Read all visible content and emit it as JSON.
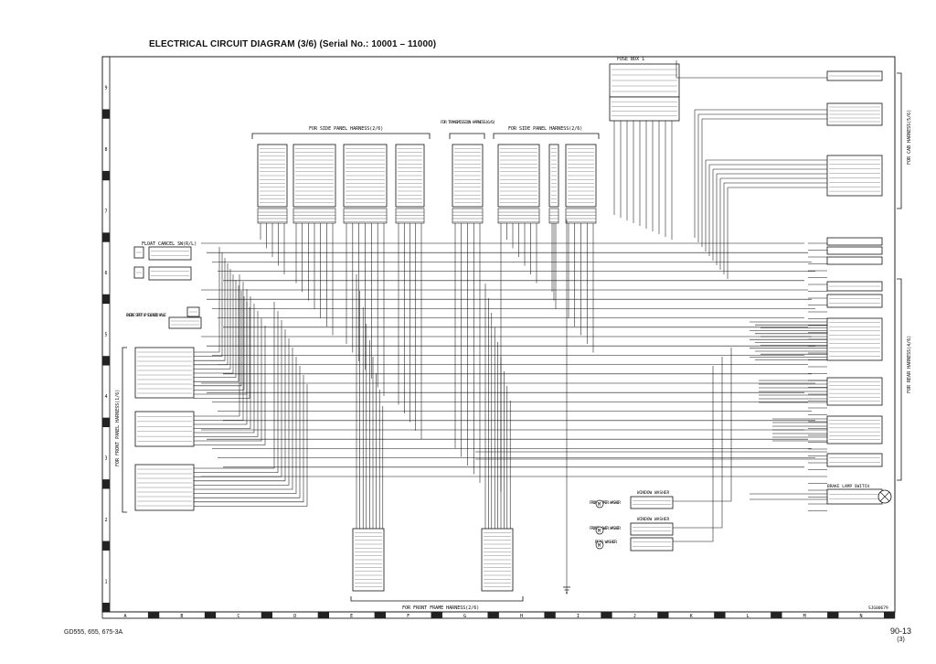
{
  "title": "ELECTRICAL CIRCUIT DIAGRAM (3/6) (Serial No.: 10001 – 11000)",
  "footer": {
    "model": "GD555, 655, 675-3A",
    "page": "90-13",
    "page_sub": "(3)"
  },
  "drawing_id": "SJG00679",
  "row_numbers": [
    "9",
    "8",
    "7",
    "6",
    "5",
    "4",
    "3",
    "2",
    "1"
  ],
  "column_letters": [
    "A",
    "B",
    "C",
    "D",
    "E",
    "F",
    "G",
    "H",
    "I",
    "J",
    "K",
    "L",
    "M",
    "N"
  ],
  "harness_labels": {
    "side_panel_left": "FOR SIDE PANEL HARNESS(2/6)",
    "transmission": "FOR TRANSMISSION HARNESS(6/6)",
    "side_panel_right": "FOR SIDE PANEL HARNESS(2/6)",
    "front_panel": "FOR FRONT PANEL HARNESS(1/6)",
    "front_frame": "FOR FRONT FRAME HARNESS(2/6)",
    "cab": "FOR CAB HARNESS(5/6)",
    "rear": "FOR REAR HARNESS(4/6)"
  },
  "components": {
    "fuse_box": "FUSE BOX 1",
    "float_cancel": "FLOAT CANCEL SW(R/L)",
    "engine_start": "ENGINE START UP SOLENOID VALVE",
    "window_washer_1": "WINDOW WASHER",
    "window_washer_2": "WINDOW WASHER",
    "front_upper": "FRONT UPPER WASHER",
    "front_lower": "FRONT LOWER WASHER",
    "rear_washer": "REAR WASHER",
    "brake_lamp": "BRAKE LAMP SWITCH"
  },
  "colors": {
    "ink": "#111111",
    "frame": "#222222"
  }
}
